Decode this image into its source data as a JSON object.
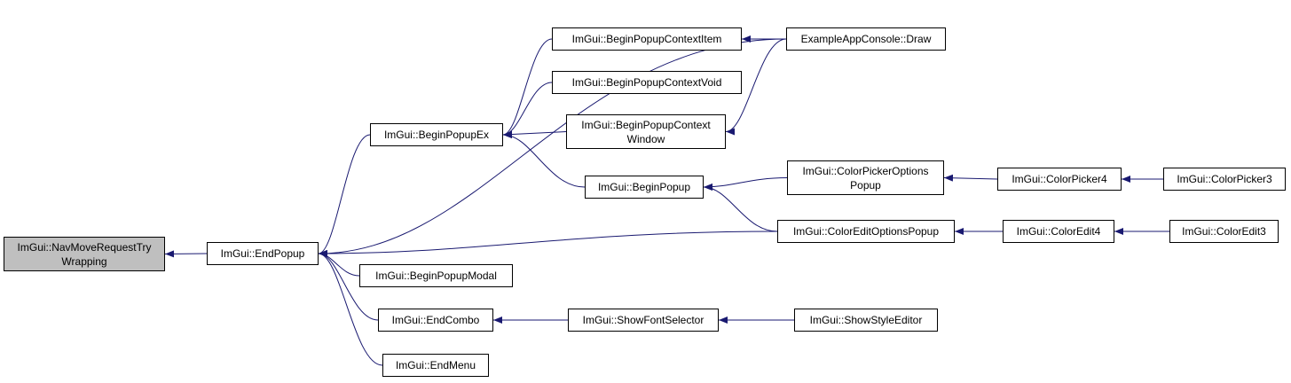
{
  "graph": {
    "edge_color": "#191970",
    "root_fill": "#bfbfbf",
    "nodes": [
      {
        "id": "nav",
        "label": "ImGui::NavMoveRequestTry\nWrapping",
        "root": true
      },
      {
        "id": "endpopup",
        "label": "ImGui::EndPopup"
      },
      {
        "id": "beginpopupex",
        "label": "ImGui::BeginPopupEx"
      },
      {
        "id": "bpcitem",
        "label": "ImGui::BeginPopupContextItem"
      },
      {
        "id": "bpcvoid",
        "label": "ImGui::BeginPopupContextVoid"
      },
      {
        "id": "bpcwindow",
        "label": "ImGui::BeginPopupContext\nWindow"
      },
      {
        "id": "beginpopup",
        "label": "ImGui::BeginPopup"
      },
      {
        "id": "beginpopupmodal",
        "label": "ImGui::BeginPopupModal"
      },
      {
        "id": "endcombo",
        "label": "ImGui::EndCombo"
      },
      {
        "id": "endmenu",
        "label": "ImGui::EndMenu"
      },
      {
        "id": "consoledraw",
        "label": "ExampleAppConsole::Draw"
      },
      {
        "id": "cpoptions",
        "label": "ImGui::ColorPickerOptions\nPopup"
      },
      {
        "id": "ceoptions",
        "label": "ImGui::ColorEditOptionsPopup"
      },
      {
        "id": "showfont",
        "label": "ImGui::ShowFontSelector"
      },
      {
        "id": "cp4",
        "label": "ImGui::ColorPicker4"
      },
      {
        "id": "ce4",
        "label": "ImGui::ColorEdit4"
      },
      {
        "id": "showstyle",
        "label": "ImGui::ShowStyleEditor"
      },
      {
        "id": "cp3",
        "label": "ImGui::ColorPicker3"
      },
      {
        "id": "ce3",
        "label": "ImGui::ColorEdit3"
      }
    ],
    "edges": [
      {
        "from": "endpopup",
        "to": "nav"
      },
      {
        "from": "beginpopupex",
        "to": "endpopup"
      },
      {
        "from": "consoledraw",
        "to": "endpopup"
      },
      {
        "from": "ceoptions",
        "to": "endpopup"
      },
      {
        "from": "beginpopupmodal",
        "to": "endpopup"
      },
      {
        "from": "endcombo",
        "to": "endpopup"
      },
      {
        "from": "endmenu",
        "to": "endpopup"
      },
      {
        "from": "bpcitem",
        "to": "beginpopupex"
      },
      {
        "from": "bpcvoid",
        "to": "beginpopupex"
      },
      {
        "from": "bpcwindow",
        "to": "beginpopupex"
      },
      {
        "from": "beginpopup",
        "to": "beginpopupex"
      },
      {
        "from": "consoledraw",
        "to": "bpcitem"
      },
      {
        "from": "consoledraw",
        "to": "bpcwindow"
      },
      {
        "from": "cpoptions",
        "to": "beginpopup"
      },
      {
        "from": "ceoptions",
        "to": "beginpopup"
      },
      {
        "from": "cp4",
        "to": "cpoptions"
      },
      {
        "from": "cp3",
        "to": "cp4"
      },
      {
        "from": "ce4",
        "to": "ceoptions"
      },
      {
        "from": "ce3",
        "to": "ce4"
      },
      {
        "from": "showfont",
        "to": "endcombo"
      },
      {
        "from": "showstyle",
        "to": "showfont"
      }
    ]
  }
}
